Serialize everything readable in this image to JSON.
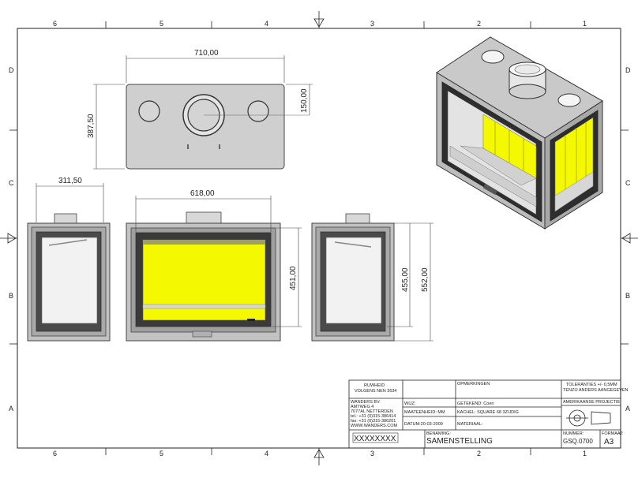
{
  "grid": {
    "columns": [
      "6",
      "5",
      "4",
      "3",
      "2",
      "1"
    ],
    "rows": [
      "D",
      "C",
      "B",
      "A"
    ]
  },
  "dimensions": {
    "top_width": "710,00",
    "top_depth": "387,50",
    "flue_offset": "150,00",
    "side_width": "311,50",
    "front_width": "618,00",
    "glass_height": "451,00",
    "body_height": "455,00",
    "total_height": "552,00"
  },
  "title_block": {
    "roughness_1": "RUWHEID",
    "roughness_2": "VOLGENS NEN 3634",
    "remarks": "OPMERKINGEN",
    "tolerances_1": "TOLERANTIES +/- 0,5MM",
    "tolerances_2": "TENZIJ ANDERS AANGEGEVEN",
    "company": [
      "WANDERS BV.",
      "AMTWEG 4",
      "7077AL NETTERDEN",
      "tel.: +31 (0)315-386414",
      "fax: +31 (0)315-386201",
      "WWW.WANDERS.COM"
    ],
    "wijz": "WIJZ:",
    "drawn_by": "GETEKEND: Coen",
    "projection": "AMERIKAANSE PROJECTIE",
    "units": "MAATEENHEID: MM",
    "stove": "KACHEL: SQUARE 68 3ZIJDIG",
    "date": "DATUM:20-03-2009",
    "material": "MATERIAAL:",
    "hatch": "XXXXXXXX",
    "name_label": "BENAMING:",
    "name": "SAMENSTELLING",
    "number_label": "NUMMER:",
    "number": "GSQ.0700",
    "format_label": "FORMAAT:",
    "format": "A3"
  },
  "colors": {
    "glass_yellow": "#f4f800",
    "steel_grey": "#c8c8c8",
    "dark_frame": "#3a3a3a"
  }
}
